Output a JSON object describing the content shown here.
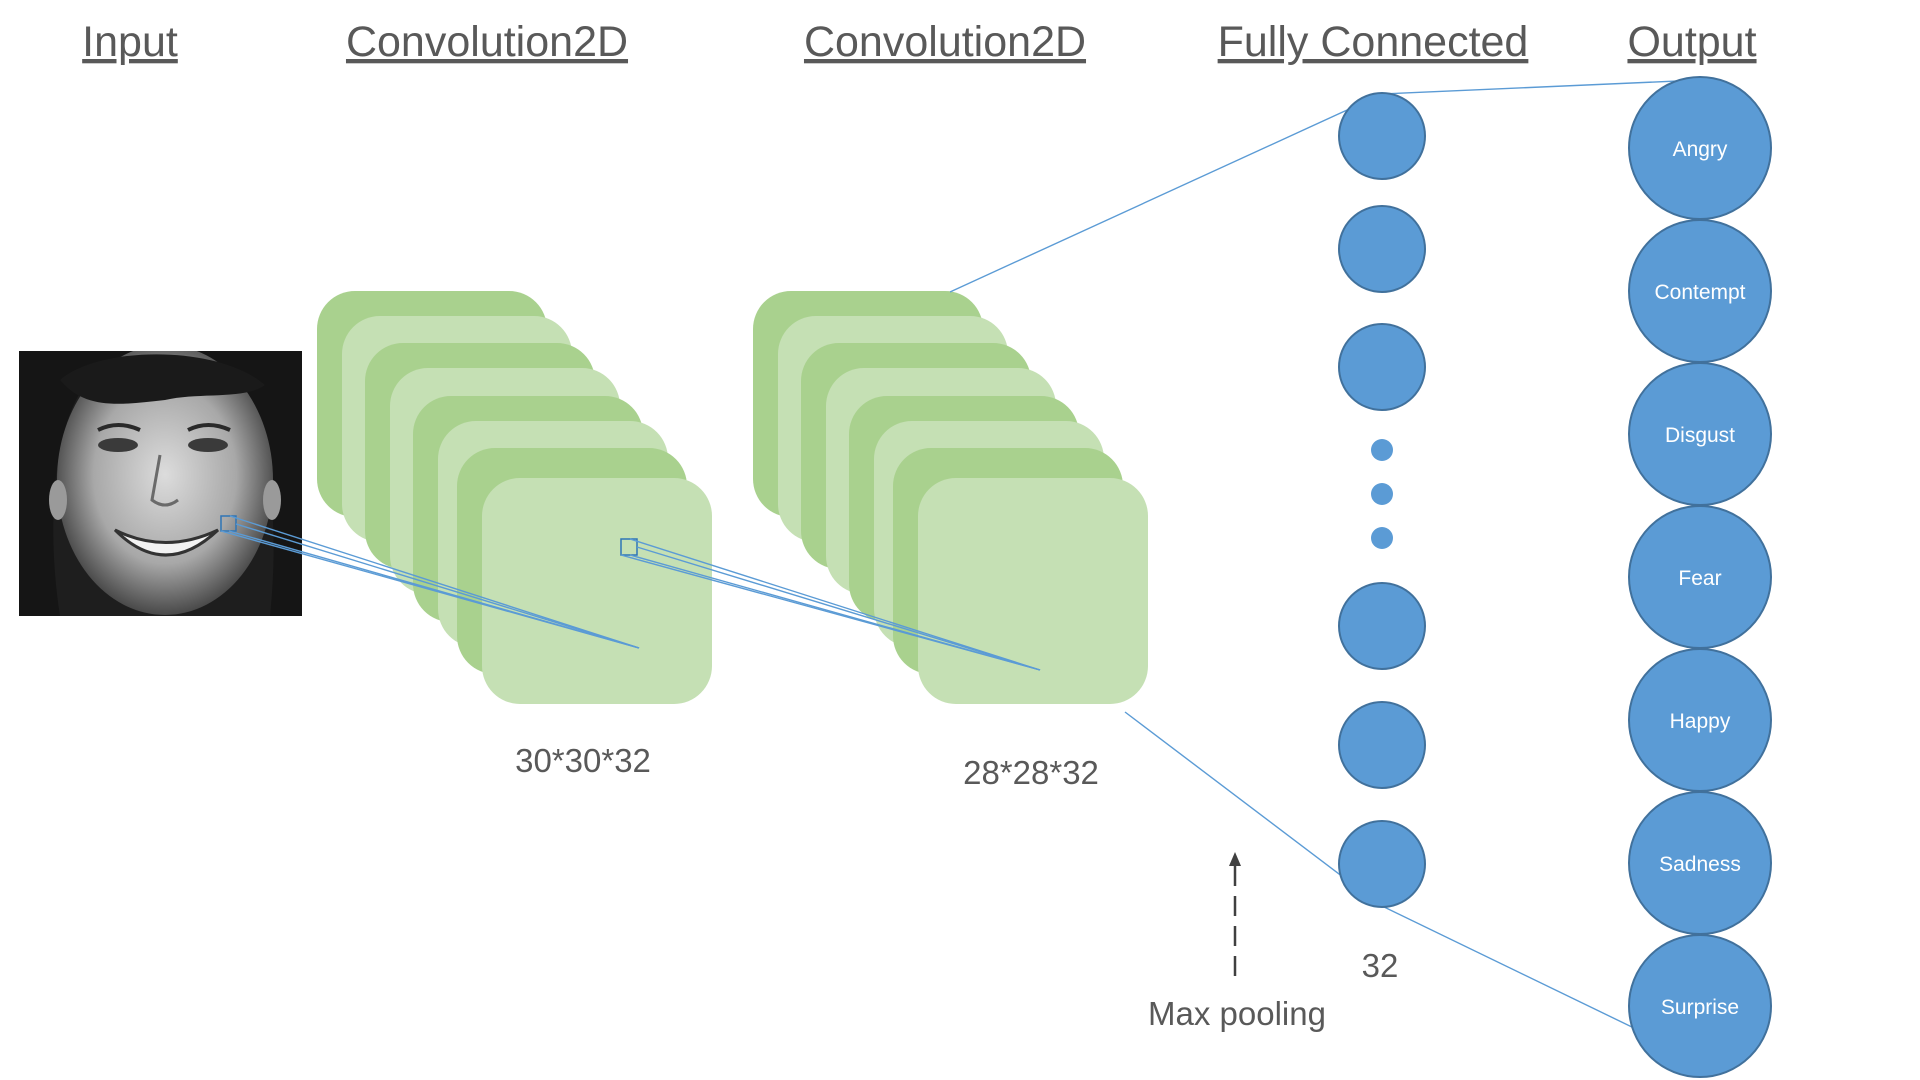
{
  "headings": {
    "input": "Input",
    "conv1": "Convolution2D",
    "conv2": "Convolution2D",
    "fully_connected": "Fully Connected",
    "output": "Output"
  },
  "conv1_shape": "30*30*32",
  "conv2_shape": "28*28*32",
  "fc_size": "32",
  "pooling_label": "Max pooling",
  "output_classes": [
    "Angry",
    "Contempt",
    "Disgust",
    "Fear",
    "Happy",
    "Sadness",
    "Surprise"
  ],
  "colors": {
    "node": "#5b9bd5",
    "node_stroke": "#41719c",
    "feature_map_dark": "#a9d18e",
    "feature_map_light": "#c5e0b4",
    "text": "#595959",
    "connection": "#5b9bd5"
  }
}
